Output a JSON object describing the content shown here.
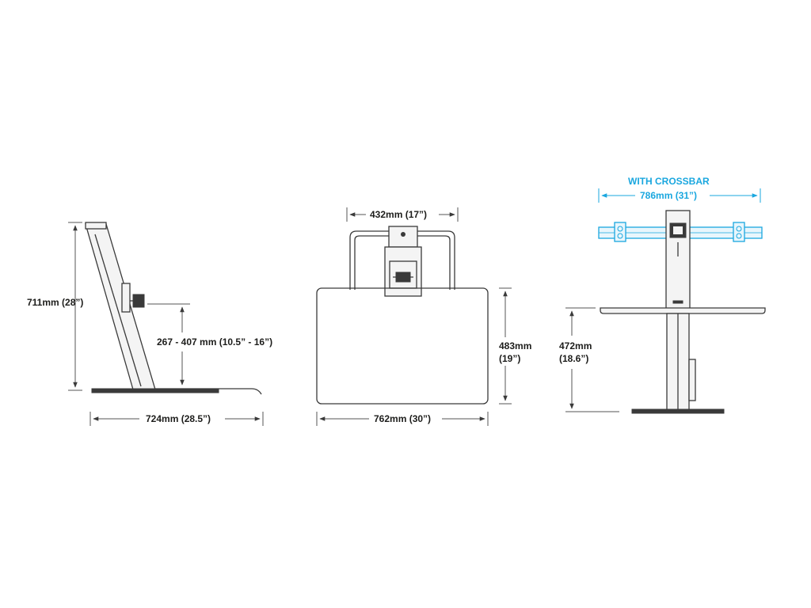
{
  "side_view": {
    "height_label": "711mm (28”)",
    "adjust_label": "267 - 407 mm (10.5” - 16”)",
    "depth_label": "724mm (28.5”)"
  },
  "front_view": {
    "width_top_label": "432mm (17”)",
    "height_label_line1": "483mm",
    "height_label_line2": "(19”)",
    "width_bottom_label": "762mm  (30”)"
  },
  "crossbar_view": {
    "title": "WITH CROSSBAR",
    "width_label": "786mm (31”)",
    "height_label_line1": "472mm",
    "height_label_line2": "(18.6”)"
  },
  "colors": {
    "accent": "#1aa7df",
    "line": "#3a3a3a",
    "text": "#1d1d1b"
  }
}
